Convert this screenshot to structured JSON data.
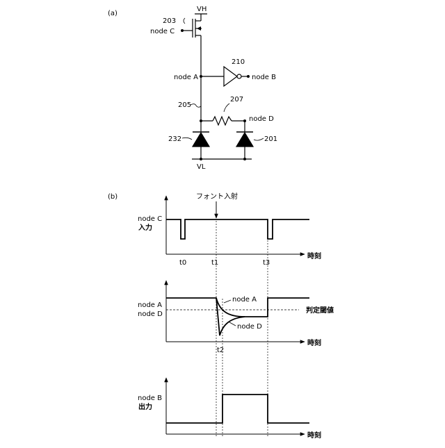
{
  "panel_a": {
    "label": "(a)",
    "vh": "VH",
    "vl": "VL",
    "ref_203": "203",
    "node_c": "node C",
    "ref_210": "210",
    "node_a": "node A",
    "node_b": "node B",
    "ref_205": "205",
    "ref_207": "207",
    "node_d": "node D",
    "ref_232": "232",
    "ref_201": "201"
  },
  "panel_b": {
    "label": "(b)",
    "photon_label": "フォント入射",
    "time_label": "時刻",
    "plot1": {
      "ylabel_1": "node C",
      "ylabel_2": "入力"
    },
    "plot2": {
      "ylabel_1": "node A",
      "ylabel_2": "node D",
      "curve_a": "node A",
      "curve_d": "node D",
      "threshold": "判定閾値"
    },
    "plot3": {
      "ylabel_1": "node B",
      "ylabel_2": "出力"
    },
    "ticks": {
      "t0": "t0",
      "t1": "t1",
      "t2": "t2",
      "t3": "t3"
    }
  }
}
